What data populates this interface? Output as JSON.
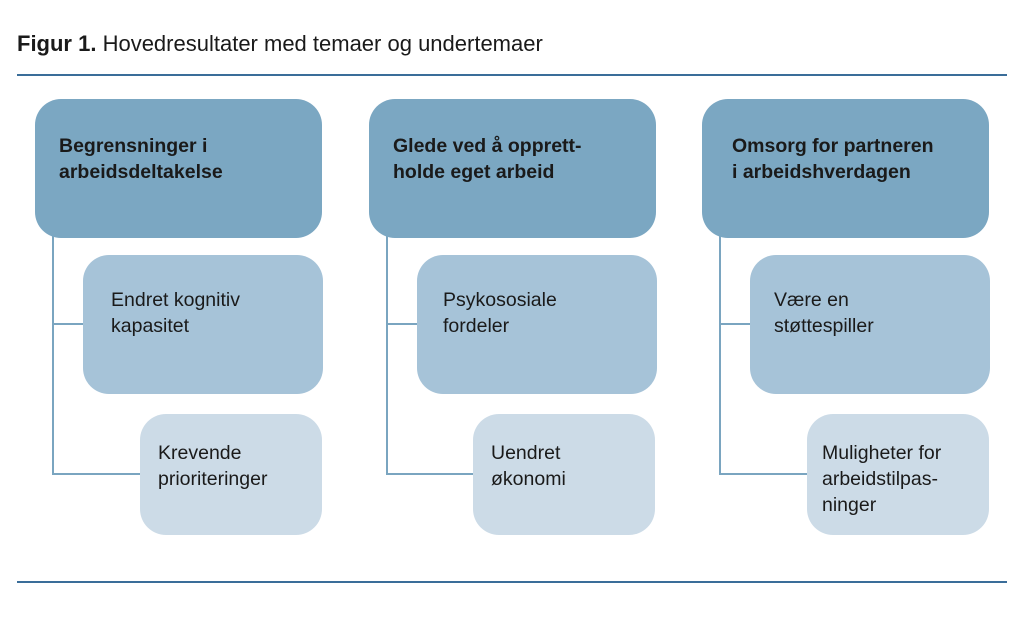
{
  "figure": {
    "label": "Figur 1.",
    "title": "Hovedresultater med temaer og undertemaer"
  },
  "themes": [
    {
      "title": "Begrensninger i\narbeidsdeltakelse",
      "subthemes": [
        "Endret kognitiv\nkapasitet",
        "Krevende\nprioriteringer"
      ]
    },
    {
      "title": "Glede ved å opprett-\nholde eget arbeid",
      "subthemes": [
        "Psykososiale\nfordeler",
        "Uendret\nøkonomi"
      ]
    },
    {
      "title": "Omsorg for partneren\ni arbeidshverdagen",
      "subthemes": [
        "Være en\nstøttespiller",
        "Muligheter for\narbeidstilpas-\nninger"
      ]
    }
  ],
  "colors": {
    "rule": "#3a6d99",
    "theme_box": "#7ba7c2",
    "subtheme_box_1": "#a6c3d8",
    "subtheme_box_2": "#ccdbe7",
    "connector": "#7aa5c0"
  }
}
